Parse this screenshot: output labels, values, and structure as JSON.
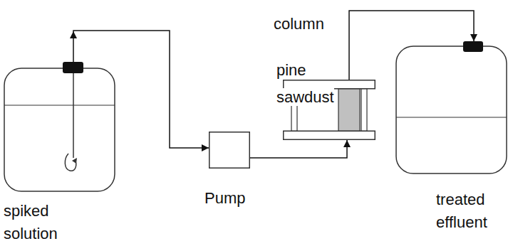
{
  "diagram": {
    "nodes": [
      {
        "text": [
          "spiked solution"
        ]
      },
      {
        "text": [
          "Pump"
        ]
      },
      {
        "text": [
          "column"
        ]
      },
      {
        "text": [
          "treated effluent"
        ]
      }
    ],
    "edges": [
      {
        "from": 0,
        "to": 1,
        "arrow": "to"
      },
      {
        "from": 1,
        "to": 2,
        "arrow": "to"
      },
      {
        "from": 2,
        "to": 3,
        "arrow": "to"
      }
    ],
    "labels": [
      "pine sawdust"
    ]
  }
}
